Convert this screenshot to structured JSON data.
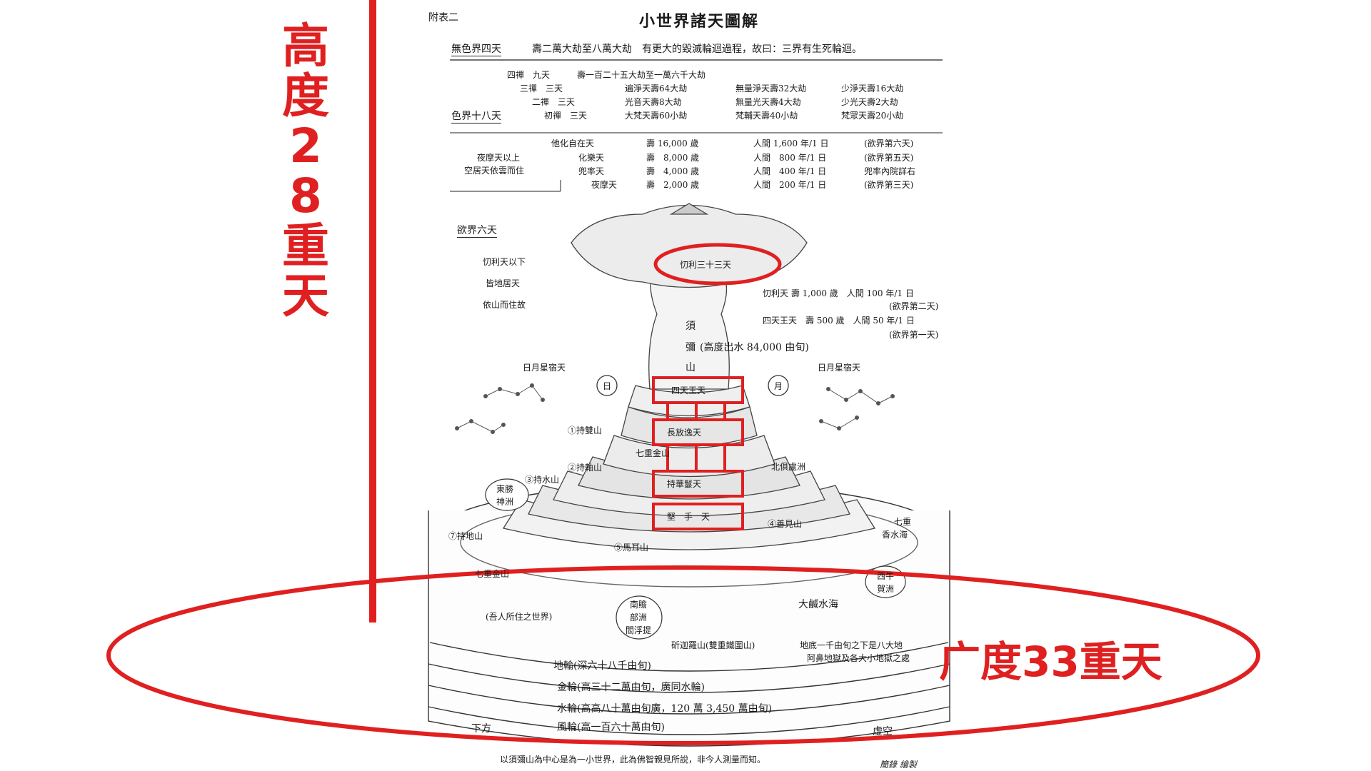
{
  "annotations": {
    "height_label": "高度28重天",
    "breadth_label": "广度33重天",
    "red_color": "#e02020"
  },
  "header": {
    "table_no": "附表二",
    "title": "小世界諸天圖解"
  },
  "formless": {
    "label": "無色界四天",
    "desc": "壽二萬大劫至八萬大劫　有更大的毀滅輪迴過程，故曰：三界有生死輪迴。"
  },
  "form_realm": {
    "label": "色界十八天",
    "rows": [
      {
        "dhyana": "四禪　九天",
        "a": "壽一百二十五大劫至一萬六千大劫",
        "b": "",
        "c": ""
      },
      {
        "dhyana": "三禪　三天",
        "a": "遍淨天壽64大劫",
        "b": "無量淨天壽32大劫",
        "c": "少淨天壽16大劫"
      },
      {
        "dhyana": "二禪　三天",
        "a": "光音天壽8大劫",
        "b": "無量光天壽4大劫",
        "c": "少光天壽2大劫"
      },
      {
        "dhyana": "初禪　三天",
        "a": "大梵天壽60小劫",
        "b": "梵輔天壽40小劫",
        "c": "梵眾天壽20小劫"
      }
    ]
  },
  "desire_upper": {
    "side_note": [
      "夜摩天以上",
      "空居天依雲而住"
    ],
    "rows": [
      {
        "name": "他化自在天",
        "life": "壽 16,000 歲",
        "human": "人間 1,600 年/1 日",
        "note": "(欲界第六天)"
      },
      {
        "name": "化樂天",
        "life": "壽　8,000 歲",
        "human": "人間　800 年/1 日",
        "note": "(欲界第五天)"
      },
      {
        "name": "兜率天",
        "life": "壽　4,000 歲",
        "human": "人間　400 年/1 日",
        "note": "兜率內院詳右"
      },
      {
        "name": "夜摩天",
        "life": "壽　2,000 歲",
        "human": "人間　200 年/1 日",
        "note": "(欲界第三天)"
      }
    ]
  },
  "desire_realm": {
    "label": "欲界六天",
    "left_note": [
      "忉利天以下",
      "皆地居天",
      "依山而住故"
    ],
    "trayastrimsa": "忉利三十三天",
    "rows": [
      {
        "text": "忉利天 壽 1,000 歲　人間 100 年/1 日",
        "note": "(欲界第二天)"
      },
      {
        "text": "四天王天　壽 500 歲　人間 50 年/1 日",
        "note": "(欲界第一天)"
      }
    ]
  },
  "sumeru": {
    "name_chars": [
      "須",
      "彌",
      "山"
    ],
    "height": "(高度出水 84,000 由旬)",
    "stars_left": "日月星宿天",
    "stars_right": "日月星宿天",
    "sun": "日",
    "moon": "月",
    "tiers": [
      "四天王天",
      "長放逸天",
      "持華鬘天",
      "堅　手　天"
    ],
    "seven_gold": "七重金山"
  },
  "mountains": {
    "m1": "①持雙山",
    "m2": "②持軸山",
    "m3": "③持水山",
    "m4": "④善見山",
    "m5": "⑤馬耳山",
    "m7": "⑦持地山",
    "north": "北俱盧洲",
    "east": [
      "東勝",
      "神洲"
    ],
    "west": [
      "西牛",
      "賀洲"
    ],
    "seven_sea": [
      "七重",
      "香水海"
    ],
    "seven_gold2": "七重金山",
    "south": [
      "南贍",
      "部洲",
      "閻浮提"
    ],
    "our_world": "(吾人所住之世界)",
    "great_sea": "大鹹水海"
  },
  "base": {
    "iron_ring": "斫迦羅山(雙重鐵圍山)",
    "hell": [
      "地底一千由旬之下是八大地",
      "阿鼻地獄及各大小地獄之處"
    ],
    "layers": [
      "地輪(深六十八千由旬)",
      "金輪(高三十二萬由旬，廣同水輪)",
      "水輪(高高八十萬由旬廣，120 萬 3,450 萬由旬)",
      "風輪(高一百六十萬由旬)"
    ],
    "below": "下方",
    "void": "虛空"
  },
  "footer": {
    "text": "以須彌山為中心是為一小世界，此為佛智親見所說，非今人測量而知。",
    "credit": "簡錄 繪製"
  }
}
